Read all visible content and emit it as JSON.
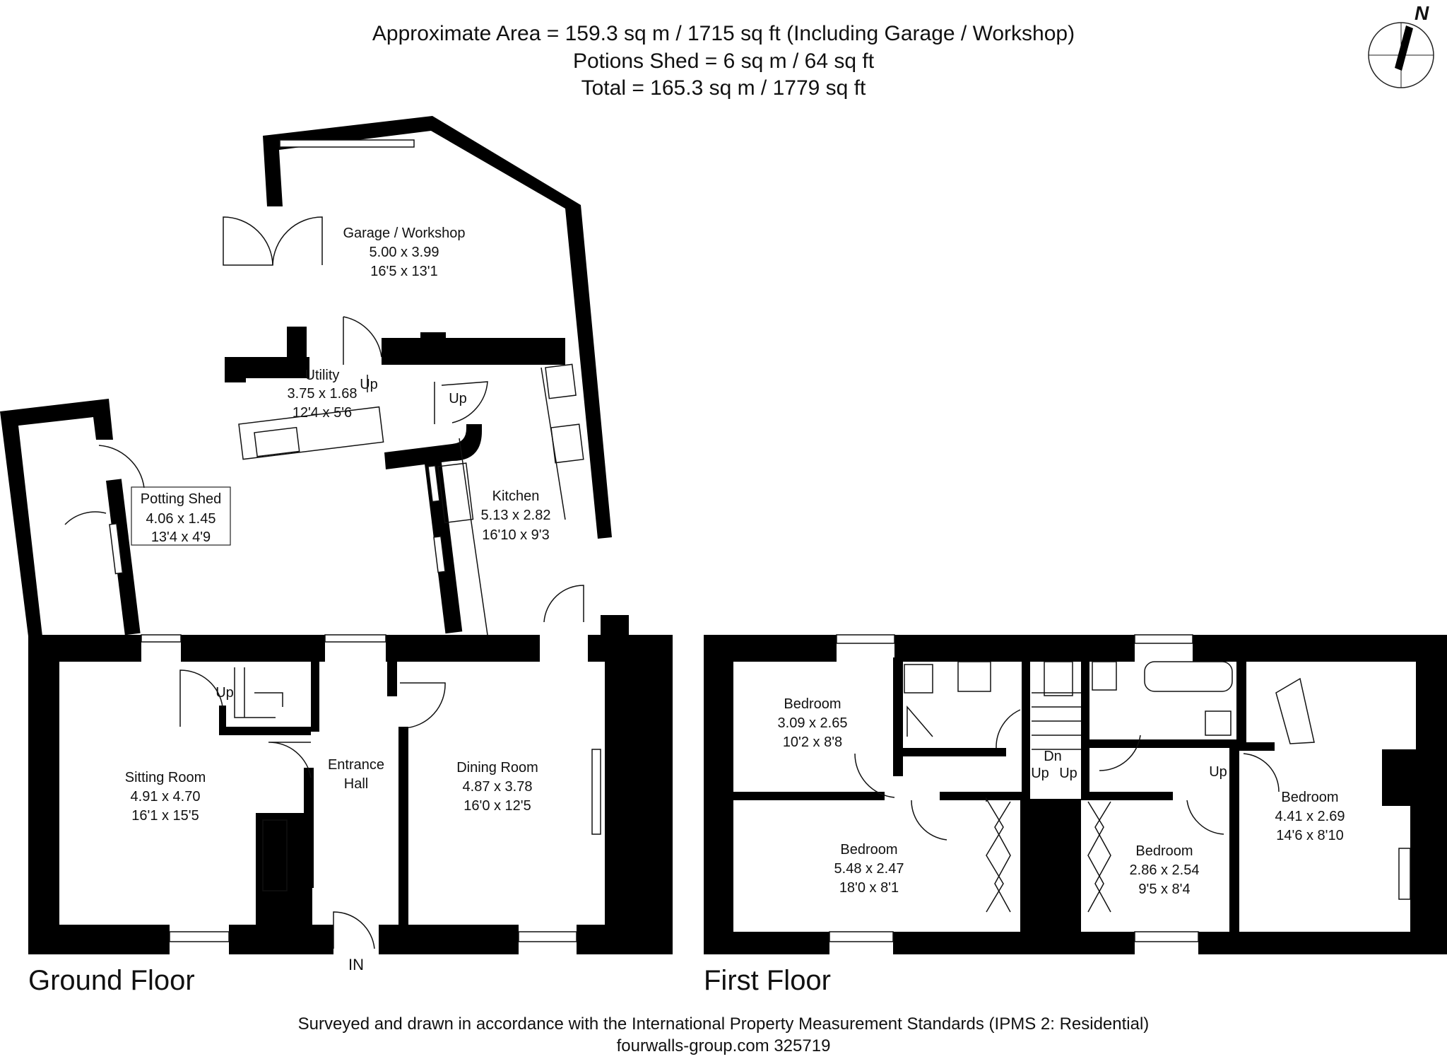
{
  "header": {
    "line1": "Approximate  Area = 159.3 sq m / 1715 sq ft (Including Garage / Workshop)",
    "line2": "Potions Shed = 6 sq m / 64 sq ft",
    "line3": "Total = 165.3 sq m / 1779 sq ft"
  },
  "compass": {
    "label": "N"
  },
  "ground_floor": {
    "title": "Ground Floor",
    "entrance_label": "IN",
    "rooms": [
      {
        "name": "Garage / Workshop",
        "metric": "5.00 x 3.99",
        "imperial": "16'5 x 13'1"
      },
      {
        "name": "Utility",
        "metric": "3.75 x 1.68",
        "imperial": "12'4 x 5'6"
      },
      {
        "name": "Potting Shed",
        "metric": "4.06 x 1.45",
        "imperial": "13'4 x 4'9"
      },
      {
        "name": "Kitchen",
        "metric": "5.13 x 2.82",
        "imperial": "16'10 x 9'3"
      },
      {
        "name": "Sitting Room",
        "metric": "4.91 x 4.70",
        "imperial": "16'1 x 15'5"
      },
      {
        "name_line1": "Entrance",
        "name_line2": "Hall"
      },
      {
        "name": "Dining Room",
        "metric": "4.87 x 3.78",
        "imperial": "16'0 x 12'5"
      }
    ],
    "stairs": {
      "utility_up": "Up",
      "kitchen_up": "Up",
      "sitting_up": "Up"
    }
  },
  "first_floor": {
    "title": "First Floor",
    "rooms": [
      {
        "name": "Bedroom",
        "metric": "3.09 x 2.65",
        "imperial": "10'2 x 8'8"
      },
      {
        "name": "Bedroom",
        "metric": "5.48 x 2.47",
        "imperial": "18'0 x 8'1"
      },
      {
        "name": "Bedroom",
        "metric": "2.86 x 2.54",
        "imperial": "9'5 x 8'4"
      },
      {
        "name": "Bedroom",
        "metric": "4.41 x 2.69",
        "imperial": "14'6 x 8'10"
      }
    ],
    "stairs": {
      "dn": "Dn",
      "up1": "Up",
      "up2": "Up",
      "up3": "Up"
    }
  },
  "footer": {
    "line1": "Surveyed and drawn in accordance with the International Property Measurement Standards (IPMS 2: Residential)",
    "line2": "fourwalls-group.com 325719"
  }
}
